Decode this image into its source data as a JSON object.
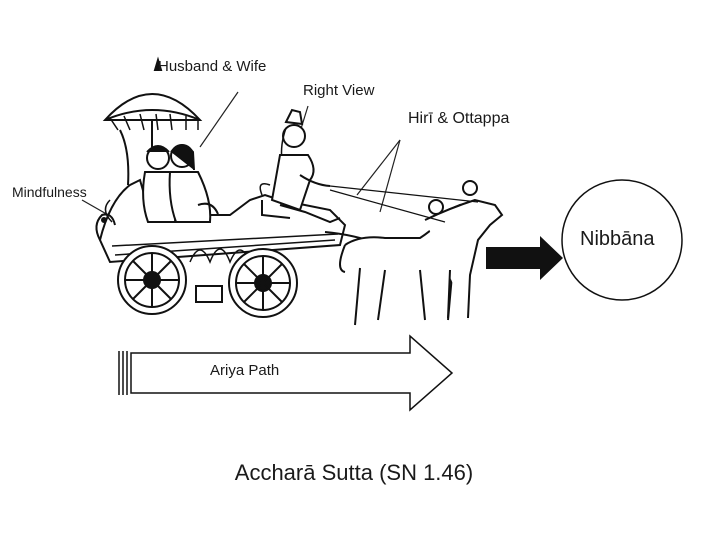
{
  "labels": {
    "husband_wife": "Husband & Wife",
    "right_view": "Right View",
    "hiri_ottappa": "Hirī & Ottappa",
    "mindfulness": "Mindfulness",
    "nibbana": "Nibbāna",
    "ariya_path": "Ariya Path",
    "caption": "Accharā Sutta (SN 1.46)"
  }
}
